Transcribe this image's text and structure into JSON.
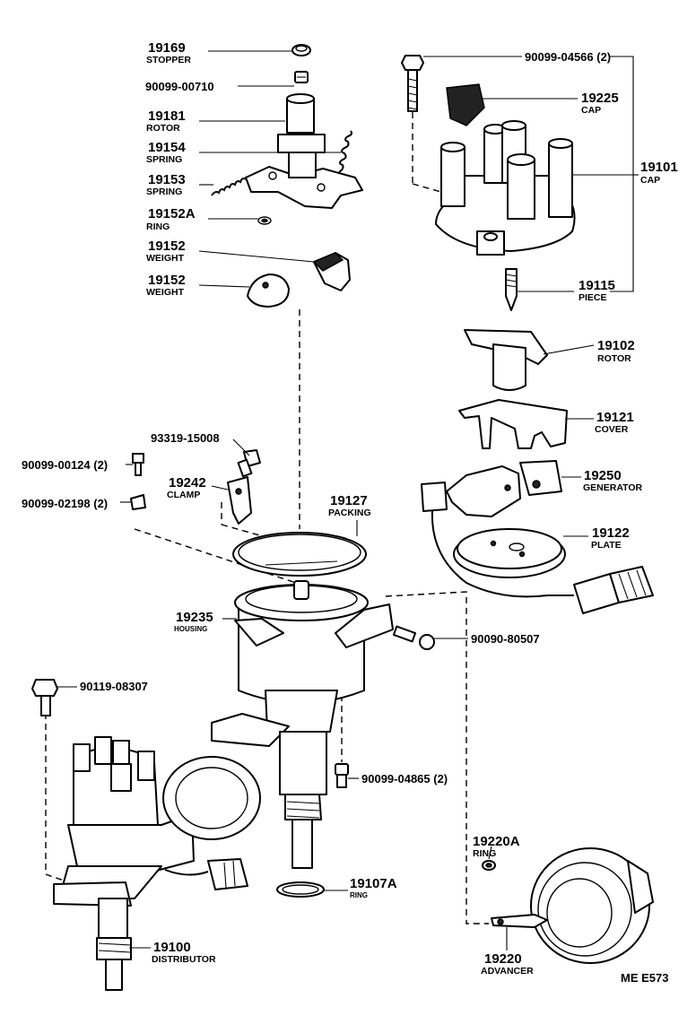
{
  "diagram": {
    "callouts": {
      "p19169": {
        "number": "19169",
        "name": "STOPPER"
      },
      "p90099_00710": {
        "number": "90099-00710"
      },
      "p19181": {
        "number": "19181",
        "name": "ROTOR"
      },
      "p19154": {
        "number": "19154",
        "name": "SPRING"
      },
      "p19153": {
        "number": "19153",
        "name": "SPRING"
      },
      "p19152A": {
        "number": "19152A",
        "name": "RING"
      },
      "p19152_a": {
        "number": "19152",
        "name": "WEIGHT"
      },
      "p19152_b": {
        "number": "19152",
        "name": "WEIGHT"
      },
      "p90099_04566": {
        "number": "90099-04566 (2)"
      },
      "p19225": {
        "number": "19225",
        "name": "CAP"
      },
      "p19101": {
        "number": "19101",
        "name": "CAP"
      },
      "p19115": {
        "number": "19115",
        "name": "PIECE"
      },
      "p19102": {
        "number": "19102",
        "name": "ROTOR"
      },
      "p19121": {
        "number": "19121",
        "name": "COVER"
      },
      "p19250": {
        "number": "19250",
        "name": "GENERATOR"
      },
      "p19122": {
        "number": "19122",
        "name": "PLATE"
      },
      "p93319_15008": {
        "number": "93319-15008"
      },
      "p90099_00124": {
        "number": "90099-00124 (2)"
      },
      "p19242": {
        "number": "19242",
        "name": "CLAMP"
      },
      "p90099_02198": {
        "number": "90099-02198 (2)"
      },
      "p19127": {
        "number": "19127",
        "name": "PACKING"
      },
      "p19235": {
        "number": "19235",
        "name": "HOUSING"
      },
      "p90090_80507": {
        "number": "90090-80507"
      },
      "p90119_08307": {
        "number": "90119-08307"
      },
      "p90099_04865": {
        "number": "90099-04865 (2)"
      },
      "p19107A": {
        "number": "19107A",
        "name": "RING"
      },
      "p19220A": {
        "number": "19220A",
        "name": "RING"
      },
      "p19220": {
        "number": "19220",
        "name": "ADVANCER"
      },
      "p19100": {
        "number": "19100",
        "name": "DISTRIBUTOR"
      }
    },
    "figure_code": "ME E573"
  }
}
